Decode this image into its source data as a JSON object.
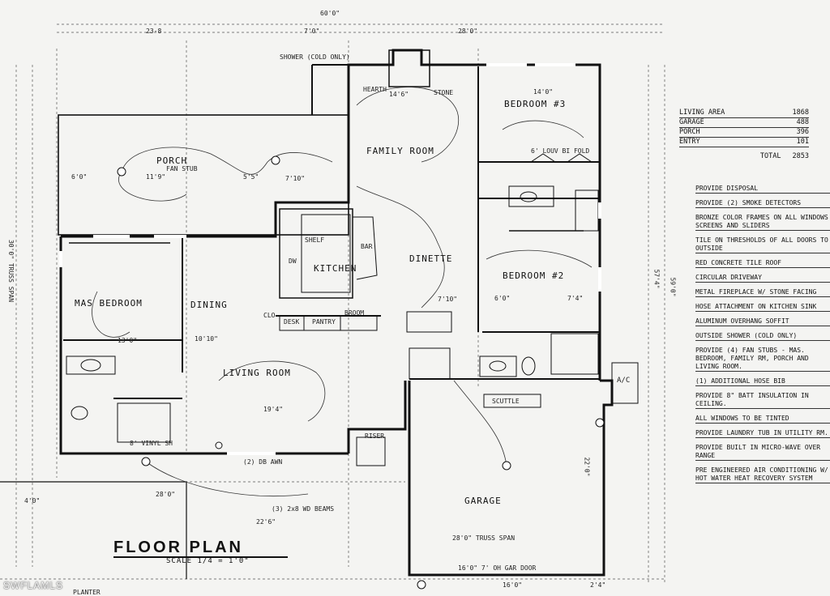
{
  "drawing": {
    "title": "FLOOR PLAN",
    "scale": "SCALE 1/4 = 1'0\""
  },
  "rooms": {
    "porch": "PORCH",
    "family_room": "FAMILY ROOM",
    "bedroom3": "BEDROOM #3",
    "kitchen": "KITCHEN",
    "dinette": "DINETTE",
    "bedroom2": "BEDROOM #2",
    "master_bedroom": "MAS BEDROOM",
    "dining": "DINING",
    "living_room": "LIVING ROOM",
    "garage": "GARAGE",
    "scuttle": "SCUTTLE",
    "ac": "A/C"
  },
  "dimensions": {
    "top_overall": "60'0\"",
    "top_left": "23-8",
    "top_mid": "7'0\"",
    "top_right": "28'0\"",
    "porch_width": "11'9\"",
    "porch_left": "6'0\"",
    "porch_mid": "5'5\"",
    "porch_right": "7'10\"",
    "family_top": "14'6\"",
    "bed3_width": "14'0\"",
    "mb_width": "13'0\"",
    "dining_width": "10'10\"",
    "living_width": "19'4\"",
    "dinette_width": "7'10\"",
    "bed2_left": "6'0\"",
    "bed2_right": "7'4\"",
    "garage_truss": "28'0\" TRUSS SPAN",
    "garage_door": "16'0\" 7' OH GAR DOOR",
    "garage_depth": "22'0\"",
    "beams": "(3) 2x8 WD BEAMS",
    "bottom_left": "28'0\"",
    "bottom_mid": "22'6\"",
    "bottom_right": "16'0\"",
    "bottom_far": "2'4\"",
    "left_dim": "4'0\"",
    "side_truss": "30'0\" TRUSS SPAN",
    "right_outer": "59'0\"",
    "right_inner": "57'4\"",
    "shower": "SHOWER (COLD ONLY)",
    "hearth": "HEARTH",
    "stone": "STONE",
    "fan_stub": "FAN STUB",
    "bi_fold": "6' LOUV BI FOLD",
    "vinyl": "8' VINYL SH",
    "pantry": "PANTRY",
    "desk": "DESK",
    "broom": "BROOM",
    "dw": "DW",
    "bar": "BAR",
    "closet": "CLO",
    "shelf": "SHELF",
    "planter": "PLANTER",
    "sliding": "(2) DB AWN",
    "riser": "RISER"
  },
  "area_table": {
    "rows": [
      {
        "label": "LIVING AREA",
        "value": "1868"
      },
      {
        "label": "GARAGE",
        "value": "488"
      },
      {
        "label": "PORCH",
        "value": "396"
      },
      {
        "label": "ENTRY",
        "value": "101"
      }
    ],
    "total_label": "TOTAL",
    "total_value": "2853"
  },
  "notes": [
    "Provide disposal",
    "Provide (2) smoke detectors",
    "Bronze color frames on all windows screens and sliders",
    "Tile on thresholds of all doors to outside",
    "Red concrete tile roof",
    "Circular driveway",
    "Metal fireplace w/ stone facing",
    "Hose attachment on kitchen sink",
    "Aluminum overhang soffit",
    "Outside shower (cold only)",
    "Provide (4) fan stubs - mas. bedroom, family rm, porch and living room.",
    "(1) additional hose bib",
    "Provide 8\" batt insulation in ceiling.",
    "All windows to be tinted",
    "Provide laundry tub in utility rm.",
    "Provide built in micro-wave over range",
    "Pre engineered air conditioning w/ hot water heat recovery system"
  ],
  "watermark": "SWFLAMLS"
}
